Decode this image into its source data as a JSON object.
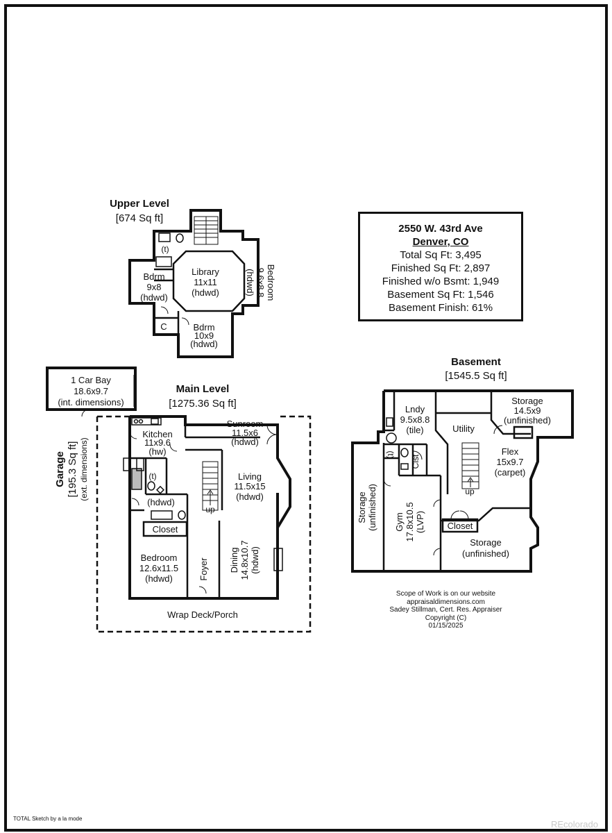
{
  "property": {
    "address_line1": "2550 W. 43rd Ave",
    "address_line2": "Denver, CO",
    "stats": [
      "Total Sq Ft: 3,495",
      "Finished Sq Ft: 2,897",
      "Finished w/o Bsmt: 1,949",
      "Basement Sq Ft: 1,546",
      "Basement Finish: 61%"
    ]
  },
  "levels": {
    "upper": {
      "title": "Upper Level",
      "area": "[674 Sq ft]"
    },
    "main": {
      "title": "Main Level",
      "area": "[1275.36 Sq ft]"
    },
    "basement": {
      "title": "Basement",
      "area": "[1545.5 Sq ft]"
    },
    "garage": {
      "title": "Garage",
      "area": "[195.3 Sq ft]",
      "note": "(ext. dimensions)"
    }
  },
  "upper_rooms": {
    "library": [
      "Library",
      "11x11",
      "(hdwd)"
    ],
    "bedroom_east": [
      "Bedroom",
      "9.6x8.8",
      "(hdwd)"
    ],
    "bdrm_west": [
      "Bdrm",
      "9x8",
      "(hdwd)"
    ],
    "bdrm_south": [
      "Bdrm",
      "10x9",
      "(hdwd)"
    ],
    "toilet": "(t)",
    "closet": "C"
  },
  "main_rooms": {
    "car_bay": [
      "1 Car Bay",
      "18.6x9.7",
      "(int. dimensions)"
    ],
    "kitchen": [
      "Kitchen",
      "11x9.6",
      "(hw)"
    ],
    "sunroom": [
      "Sunroom",
      "11.5x6",
      "(hdwd)"
    ],
    "living": [
      "Living",
      "11.5x15",
      "(hdwd)"
    ],
    "hall": "(hdwd)",
    "toilet": "(t)",
    "closet": "Closet",
    "bedroom": [
      "Bedroom",
      "12.6x11.5",
      "(hdwd)"
    ],
    "foyer": "Foyer",
    "dining": [
      "Dining",
      "14.8x10.7",
      "(hdwd)"
    ],
    "stair_up": "up",
    "deck": "Wrap Deck/Porch"
  },
  "basement_rooms": {
    "lndy": [
      "Lndy",
      "9.5x8.8",
      "(tile)"
    ],
    "utility": "Utility",
    "storage_ne": [
      "Storage",
      "14.5x9",
      "(unfinished)"
    ],
    "flex": [
      "Flex",
      "15x9.7",
      "(carpet)"
    ],
    "storage_w": [
      "Storage",
      "(unfinished)"
    ],
    "toilet": "(t)",
    "clst": "Clst",
    "gym": [
      "Gym",
      "17.8x10.5",
      "(LVP)"
    ],
    "closet": "Closet",
    "storage_se": [
      "Storage",
      "(unfinished)"
    ],
    "stair_up": "up"
  },
  "credits": [
    "Scope of Work is on our website",
    "appraisaldimensions.com",
    "Sadey Stillman, Cert. Res. Appraiser",
    "Copyright (C)",
    "01/15/2025"
  ],
  "footer": {
    "sketch_by": "TOTAL Sketch by a la mode",
    "watermark": "REcolorado"
  }
}
